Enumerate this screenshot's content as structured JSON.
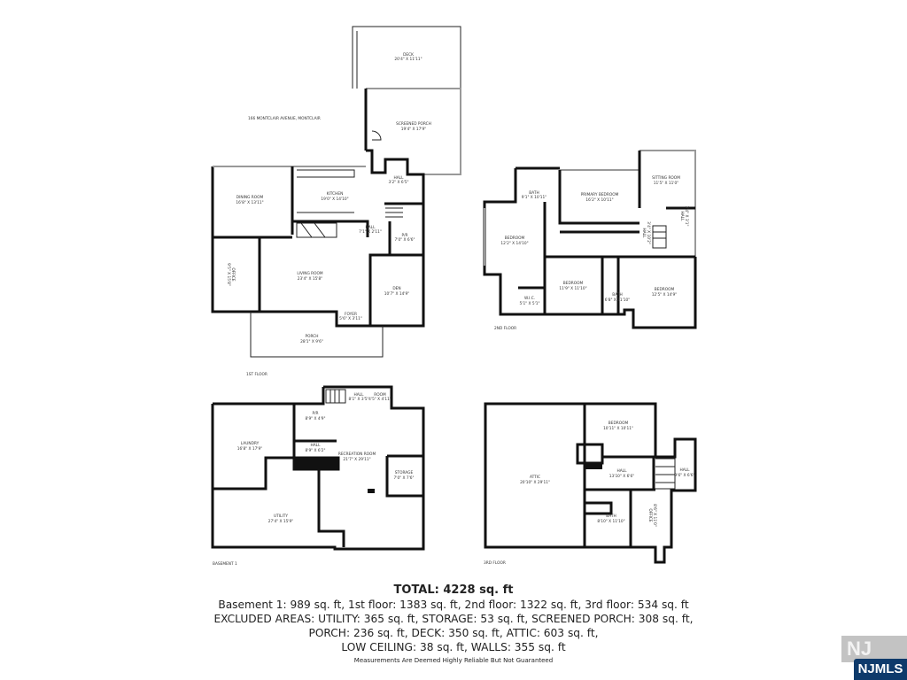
{
  "address": "166 MONTCLAIR AVENUE, MONTCLAIR",
  "floors": {
    "first": {
      "label": "1ST FLOOR",
      "rooms": [
        {
          "name": "DECK",
          "dims": "20'4\" X 11'11\""
        },
        {
          "name": "SCREENED PORCH",
          "dims": "19'4\" X 17'9\""
        },
        {
          "name": "DINING ROOM",
          "dims": "16'8\" X 13'11\""
        },
        {
          "name": "KITCHEN",
          "dims": "19'0\" X 14'10\""
        },
        {
          "name": "HALL",
          "dims": "3'2\" X 6'5\""
        },
        {
          "name": "HALL",
          "dims": "7'1\" X 2'11\""
        },
        {
          "name": "P/R",
          "dims": "7'0\" X 6'6\""
        },
        {
          "name": "OFFICE",
          "dims": "9'5\" X 15'8\""
        },
        {
          "name": "LIVING ROOM",
          "dims": "23'4\" X 15'8\""
        },
        {
          "name": "DEN",
          "dims": "10'7\" X 14'9\""
        },
        {
          "name": "FOYER",
          "dims": "5'6\" X 3'11\""
        },
        {
          "name": "PORCH",
          "dims": "28'1\" X 9'6\""
        }
      ]
    },
    "second": {
      "label": "2ND FLOOR",
      "rooms": [
        {
          "name": "BATH",
          "dims": "9'1\" X 10'11\""
        },
        {
          "name": "PRIMARY BEDROOM",
          "dims": "16'2\" X 10'11\""
        },
        {
          "name": "SITTING ROOM",
          "dims": "11'5\" X 11'0\""
        },
        {
          "name": "BEDROOM",
          "dims": "12'2\" X 14'10\""
        },
        {
          "name": "HALL",
          "dims": "3'4\" X 10'2\""
        },
        {
          "name": "HALL",
          "dims": "3'4\" X 3'1\""
        },
        {
          "name": "BEDROOM",
          "dims": "11'9\" X 11'10\""
        },
        {
          "name": "BATH",
          "dims": "6'8\" X 11'10\""
        },
        {
          "name": "BEDROOM",
          "dims": "12'5\" X 14'9\""
        },
        {
          "name": "W.I.C.",
          "dims": "5'1\" X 5'1\""
        }
      ]
    },
    "basement": {
      "label": "BASEMENT 1",
      "rooms": [
        {
          "name": "HALL",
          "dims": "8'1\" X 3'5\""
        },
        {
          "name": "ROOM",
          "dims": "4'5\" X 4'11\""
        },
        {
          "name": "P/R",
          "dims": "8'9\" X 4'9\""
        },
        {
          "name": "LAUNDRY",
          "dims": "16'8\" X 17'9\""
        },
        {
          "name": "HALL",
          "dims": "8'9\" X 6'2\""
        },
        {
          "name": "RECREATION ROOM",
          "dims": "21'7\" X 29'11\""
        },
        {
          "name": "STORAGE",
          "dims": "7'0\" X 7'6\""
        },
        {
          "name": "UTILITY",
          "dims": "27'4\" X 15'9\""
        }
      ]
    },
    "third": {
      "label": "3RD FLOOR",
      "rooms": [
        {
          "name": "BEDROOM",
          "dims": "10'11\" X 10'11\""
        },
        {
          "name": "ATTIC",
          "dims": "20'10\" X 29'11\""
        },
        {
          "name": "HALL",
          "dims": "13'10\" X 6'6\""
        },
        {
          "name": "HALL",
          "dims": "9'6\" X 6'6\""
        },
        {
          "name": "BATH",
          "dims": "8'10\" X 11'10\""
        },
        {
          "name": "OFFICE",
          "dims": "8'6\" X 11'0\""
        }
      ]
    }
  },
  "summary": {
    "total": "TOTAL: 4228 sq. ft",
    "lines": [
      "Basement 1: 989 sq. ft, 1st floor: 1383 sq. ft, 2nd floor: 1322 sq. ft, 3rd floor: 534 sq. ft",
      "EXCLUDED AREAS: UTILITY: 365 sq. ft, STORAGE: 53 sq. ft, SCREENED PORCH: 308 sq. ft,",
      "PORCH: 236 sq. ft, DECK: 350 sq. ft, ATTIC: 603 sq. ft,",
      "LOW CEILING: 38 sq. ft, WALLS: 355 sq. ft"
    ],
    "disclaimer": "Measurements Are Deemed Highly Reliable But Not Guaranteed"
  },
  "logo": {
    "text": "NJMLS",
    "brand_color": "#0e3a6b"
  }
}
